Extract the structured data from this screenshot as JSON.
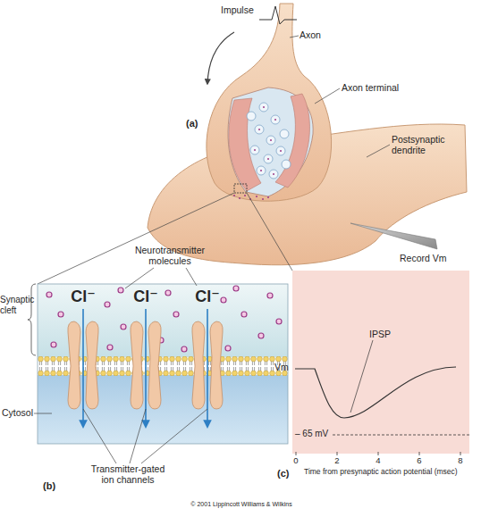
{
  "diagram": {
    "labels": [
      "Impulse",
      "Axon",
      "Axon terminal",
      "(a)",
      "Postsynaptic dendrite",
      "Record Vm",
      "Neurotransmitter molecules",
      "Synaptic cleft",
      "Cl⁻",
      "Cl⁻",
      "Cl⁻",
      "Cytosol",
      "Transmitter-gated ion channels",
      "(b)",
      "Vm",
      "IPSP",
      "– 65 mV",
      "0",
      "2",
      "4",
      "6",
      "8",
      "Time from presynaptic action potential (msec)",
      "(c)",
      "© 2001 Lippincott Williams & Wilkins"
    ]
  }
}
